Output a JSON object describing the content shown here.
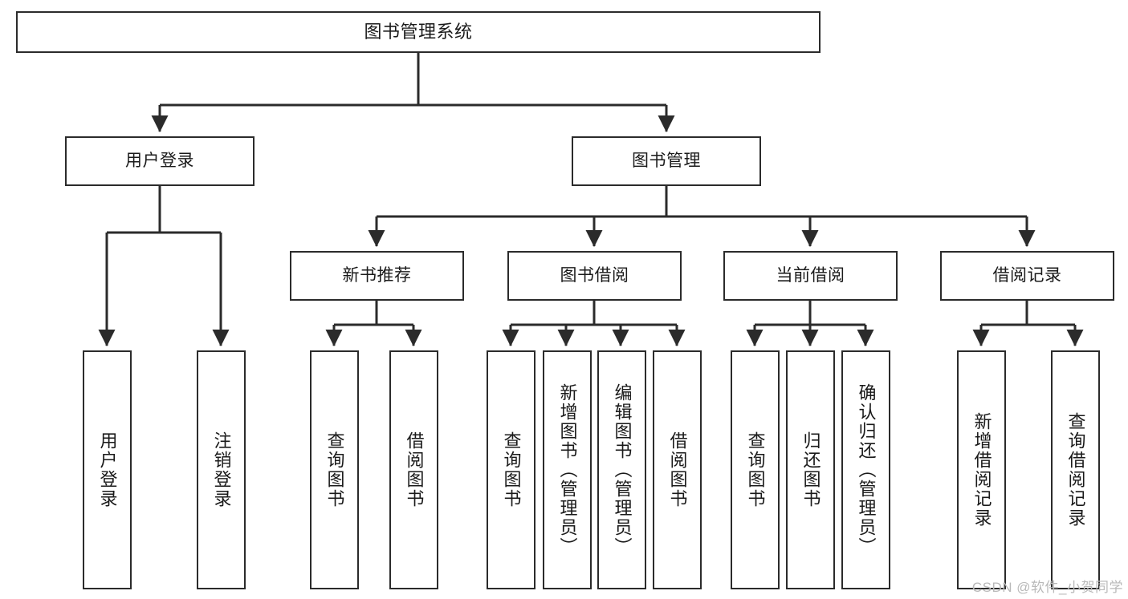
{
  "diagram": {
    "type": "tree-hierarchy-diagram",
    "title": "图书管理系统",
    "watermark": "CSDN @软件_小贺同学",
    "colors": {
      "box_border": "#2b2b2b",
      "box_fill": "#ffffff",
      "connector": "#2b2b2b",
      "text": "#1a1a1a",
      "watermark": "#b9b9b9",
      "background": "#ffffff"
    },
    "nodes": {
      "root": {
        "label": "图书管理系统"
      },
      "level2": [
        {
          "label": "用户登录"
        },
        {
          "label": "图书管理"
        }
      ],
      "level3": [
        {
          "label": "新书推荐"
        },
        {
          "label": "图书借阅"
        },
        {
          "label": "当前借阅"
        },
        {
          "label": "借阅记录"
        }
      ],
      "leaves": {
        "user_login": [
          {
            "label": "用户登录"
          },
          {
            "label": "注销登录"
          }
        ],
        "new_book_recommend": [
          {
            "label": "查询图书"
          },
          {
            "label": "借阅图书"
          }
        ],
        "book_borrow": [
          {
            "label": "查询图书"
          },
          {
            "label": "新增图书（管理员）"
          },
          {
            "label": "编辑图书（管理员）"
          },
          {
            "label": "借阅图书"
          }
        ],
        "current_borrow": [
          {
            "label": "查询图书"
          },
          {
            "label": "归还图书"
          },
          {
            "label": "确认归还（管理员）"
          }
        ],
        "borrow_record": [
          {
            "label": "新增借阅记录"
          },
          {
            "label": "查询借阅记录"
          }
        ]
      }
    }
  }
}
